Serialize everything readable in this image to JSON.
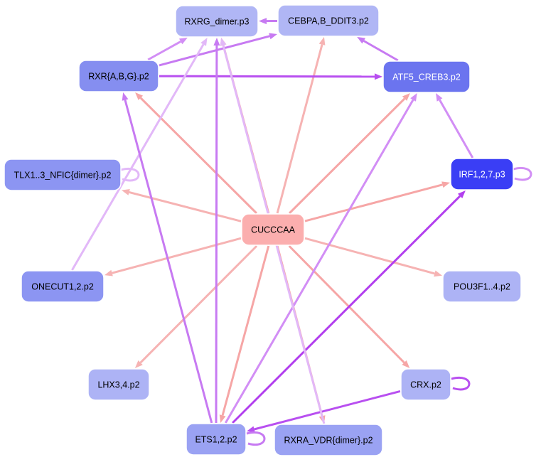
{
  "nodes": [
    {
      "id": "center",
      "label": "CUCCCAA",
      "fill": "#fbaeae",
      "text": "#000000"
    },
    {
      "id": "rxrg",
      "label": "RXRG_dimer.p3",
      "fill": "#b0b6f5",
      "text": "#000000"
    },
    {
      "id": "cebpa",
      "label": "CEBPA,B_DDIT3.p2",
      "fill": "#b0b6f5",
      "text": "#000000"
    },
    {
      "id": "rxr",
      "label": "RXR{A,B,G}.p2",
      "fill": "#858ef0",
      "text": "#000000"
    },
    {
      "id": "atf5",
      "label": "ATF5_CREB3.p2",
      "fill": "#6b74ef",
      "text": "#ffffff"
    },
    {
      "id": "tlx",
      "label": "TLX1..3_NFIC{dimer}.p2",
      "fill": "#8c95f2",
      "text": "#000000"
    },
    {
      "id": "irf",
      "label": "IRF1,2,7.p3",
      "fill": "#3a3ef5",
      "text": "#ffffff"
    },
    {
      "id": "onecut",
      "label": "ONECUT1,2.p2",
      "fill": "#8c95f2",
      "text": "#000000"
    },
    {
      "id": "pou3f",
      "label": "POU3F1..4.p2",
      "fill": "#adb3f5",
      "text": "#000000"
    },
    {
      "id": "lhx",
      "label": "LHX3,4.p2",
      "fill": "#adb3f5",
      "text": "#000000"
    },
    {
      "id": "crx",
      "label": "CRX.p2",
      "fill": "#adb3f5",
      "text": "#000000"
    },
    {
      "id": "ets",
      "label": "ETS1,2.p2",
      "fill": "#9aa2f3",
      "text": "#000000"
    },
    {
      "id": "rxra",
      "label": "RXRA_VDR{dimer}.p2",
      "fill": "#9aa2f3",
      "text": "#000000"
    }
  ],
  "edges": [
    {
      "from": "center",
      "to": "rxrg",
      "color": "#f6a6a6"
    },
    {
      "from": "center",
      "to": "cebpa",
      "color": "#f6b3b3"
    },
    {
      "from": "center",
      "to": "rxr",
      "color": "#f6a6a6"
    },
    {
      "from": "center",
      "to": "atf5",
      "color": "#f6a6a6"
    },
    {
      "from": "center",
      "to": "tlx",
      "color": "#f6b3b3"
    },
    {
      "from": "center",
      "to": "irf",
      "color": "#f6a6a6"
    },
    {
      "from": "center",
      "to": "onecut",
      "color": "#f6b3b3"
    },
    {
      "from": "center",
      "to": "pou3f",
      "color": "#f6b3b3"
    },
    {
      "from": "center",
      "to": "lhx",
      "color": "#f6b3b3"
    },
    {
      "from": "center",
      "to": "crx",
      "color": "#f6a6a6"
    },
    {
      "from": "center",
      "to": "ets",
      "color": "#f6a6a6"
    },
    {
      "from": "center",
      "to": "rxra",
      "color": "#f6a6a6"
    },
    {
      "from": "cebpa",
      "to": "rxrg",
      "color": "#c77af2"
    },
    {
      "from": "rxr",
      "to": "rxrg",
      "color": "#d28ef5"
    },
    {
      "from": "rxr",
      "to": "cebpa",
      "color": "#c77af2"
    },
    {
      "from": "rxr",
      "to": "atf5",
      "color": "#b84ff0"
    },
    {
      "from": "atf5",
      "to": "cebpa",
      "color": "#c77af2"
    },
    {
      "from": "irf",
      "to": "atf5",
      "color": "#d28ef5"
    },
    {
      "from": "onecut",
      "to": "rxrg",
      "color": "#e2b8f8"
    },
    {
      "from": "ets",
      "to": "rxr",
      "color": "#c77af2"
    },
    {
      "from": "ets",
      "to": "rxrg",
      "color": "#c77af2"
    },
    {
      "from": "ets",
      "to": "atf5",
      "color": "#d28ef5"
    },
    {
      "from": "ets",
      "to": "irf",
      "color": "#b23fee"
    },
    {
      "from": "crx",
      "to": "ets",
      "color": "#b84ff0"
    },
    {
      "from": "rxra",
      "to": "rxrg",
      "color": "#e2b8f8"
    },
    {
      "from": "tlx",
      "to": "tlx",
      "color": "#e2b8f8"
    },
    {
      "from": "irf",
      "to": "irf",
      "color": "#d28ef5"
    },
    {
      "from": "crx",
      "to": "crx",
      "color": "#b84ff0"
    },
    {
      "from": "ets",
      "to": "ets",
      "color": "#c77af2"
    }
  ]
}
